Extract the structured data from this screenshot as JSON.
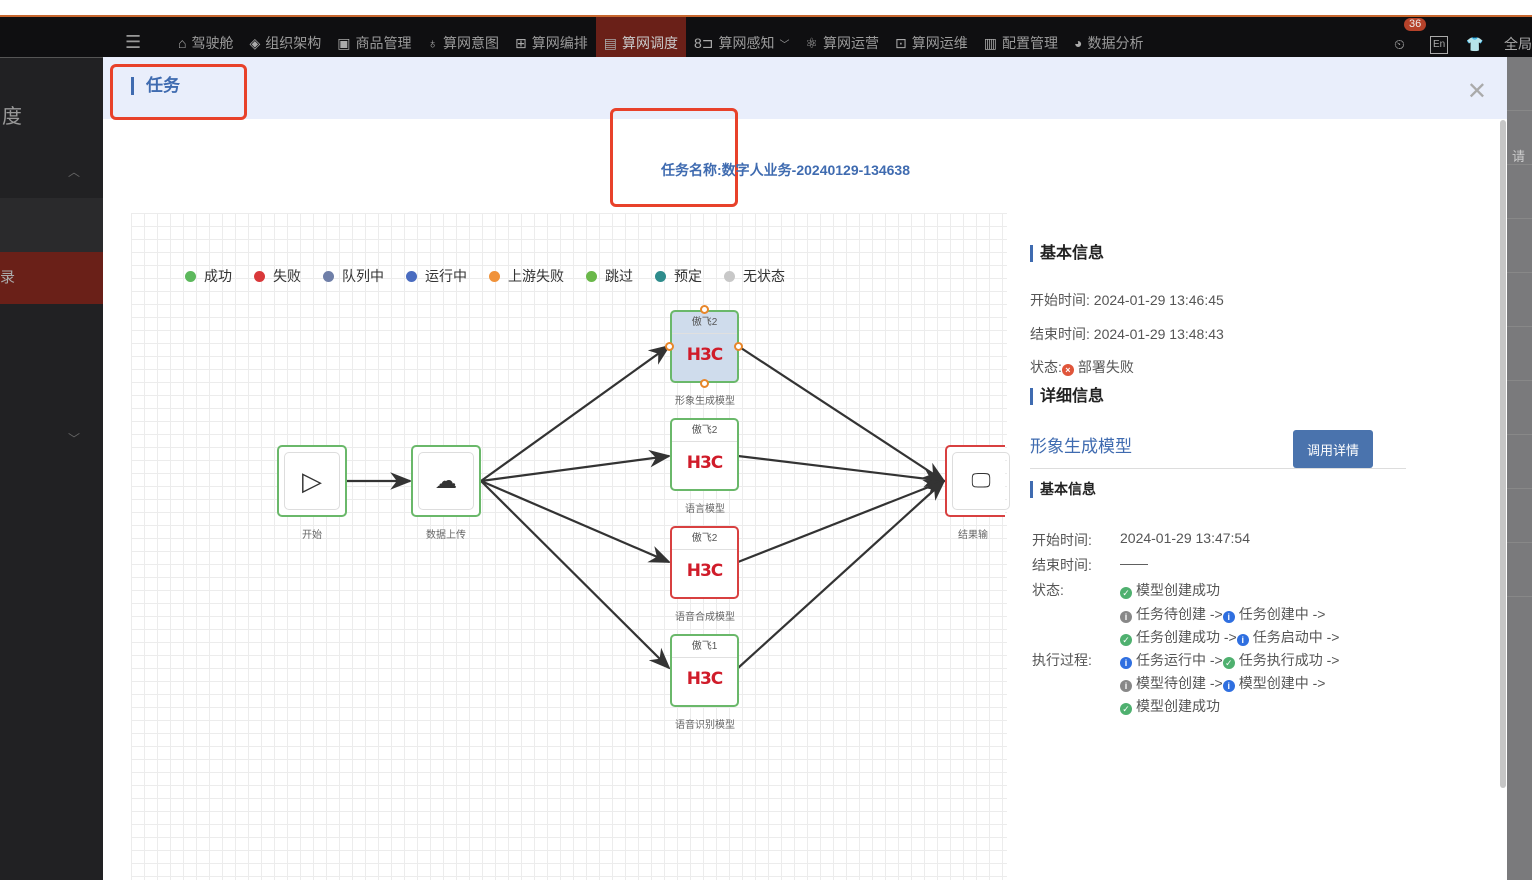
{
  "nav": {
    "items": [
      {
        "icon": "home-icon",
        "glyph": "⌂",
        "label": "驾驶舱"
      },
      {
        "icon": "layers-icon",
        "glyph": "◈",
        "label": "组织架构"
      },
      {
        "icon": "user-card-icon",
        "glyph": "▣",
        "label": "商品管理"
      },
      {
        "icon": "bulb-icon",
        "glyph": "♁",
        "label": "算网意图"
      },
      {
        "icon": "orchestrate-icon",
        "glyph": "⊞",
        "label": "算网编排"
      },
      {
        "icon": "schedule-icon",
        "glyph": "▤",
        "label": "算网调度"
      },
      {
        "icon": "sense-icon",
        "glyph": "8⊐",
        "label": "算网感知"
      },
      {
        "icon": "atom-icon",
        "glyph": "⚛",
        "label": "算网运营"
      },
      {
        "icon": "monitor-chart-icon",
        "glyph": "⊡",
        "label": "算网运维"
      },
      {
        "icon": "config-icon",
        "glyph": "▥",
        "label": "配置管理"
      },
      {
        "icon": "pie-chart-icon",
        "glyph": "◕",
        "label": "数据分析"
      }
    ],
    "active_index": 5,
    "badge": "36",
    "lang": "En",
    "global": "全局"
  },
  "sidebar": {
    "title": "度",
    "active": "录"
  },
  "right_strip": {
    "placeholder": "请"
  },
  "modal": {
    "title": "任务",
    "task_label": "任务名称:",
    "task_name": "数字人业务-20240129-134638"
  },
  "legend": [
    {
      "label": "成功",
      "color": "#5cb85c"
    },
    {
      "label": "失败",
      "color": "#d9383a"
    },
    {
      "label": "队列中",
      "color": "#6f7fa8"
    },
    {
      "label": "运行中",
      "color": "#4a6cc0"
    },
    {
      "label": "上游失败",
      "color": "#f0923a"
    },
    {
      "label": "跳过",
      "color": "#6ab84a"
    },
    {
      "label": "预定",
      "color": "#2e8c8c"
    },
    {
      "label": "无状态",
      "color": "#c8c8c8"
    }
  ],
  "flow": {
    "start": "开始",
    "upload": "数据上传",
    "result": "结果输",
    "models": [
      {
        "header": "傲飞2",
        "logo": "H3C",
        "label": "形象生成模型",
        "status": "success"
      },
      {
        "header": "傲飞2",
        "logo": "H3C",
        "label": "语言模型",
        "status": "success"
      },
      {
        "header": "傲飞2",
        "logo": "H3C",
        "label": "语音合成模型",
        "status": "failed"
      },
      {
        "header": "傲飞1",
        "logo": "H3C",
        "label": "语音识别模型",
        "status": "success"
      }
    ]
  },
  "basic": {
    "title": "基本信息",
    "start_label": "开始时间:",
    "start": "2024-01-29 13:46:45",
    "end_label": "结束时间:",
    "end": "2024-01-29 13:48:43",
    "status_label": "状态:",
    "status": "部署失败"
  },
  "detail": {
    "title": "详细信息",
    "model": "形象生成模型",
    "button": "调用详情",
    "sub_title": "基本信息",
    "start_label": "开始时间:",
    "start": "2024-01-29 13:47:54",
    "end_label": "结束时间:",
    "end": "——",
    "status_label": "状态:",
    "status": "模型创建成功",
    "process_label": "执行过程:",
    "process": [
      [
        {
          "t": "gr",
          "s": "任务待创建 ->"
        },
        {
          "t": "bl",
          "s": "任务创建中 ->"
        }
      ],
      [
        {
          "t": "ok",
          "s": "任务创建成功 ->"
        },
        {
          "t": "bl",
          "s": "任务启动中 ->"
        }
      ],
      [
        {
          "t": "bl",
          "s": "任务运行中 ->"
        },
        {
          "t": "ok",
          "s": "任务执行成功 ->"
        }
      ],
      [
        {
          "t": "gr",
          "s": "模型待创建 ->"
        },
        {
          "t": "bl",
          "s": "模型创建中 ->"
        }
      ],
      [
        {
          "t": "ok",
          "s": "模型创建成功"
        }
      ]
    ]
  }
}
